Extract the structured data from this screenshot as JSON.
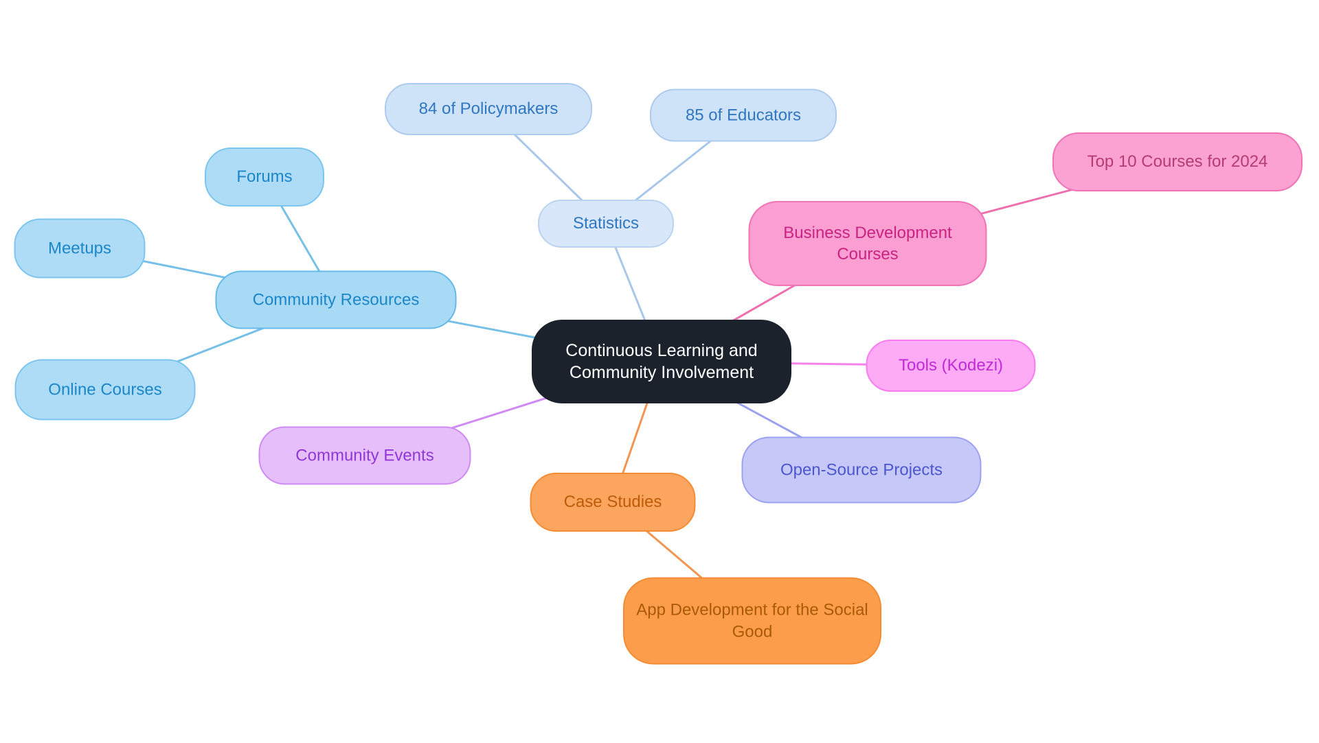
{
  "page": {
    "background": "#ffffff"
  },
  "mindmap": {
    "type": "mindmap",
    "root": {
      "label": "Continuous Learning and Community Involvement",
      "fill": "#1b222c",
      "border": "#1b222c",
      "text_color": "#ffffff",
      "children": [
        {
          "label": "Statistics",
          "fill": "#d8e7f9",
          "border": "#b9d3f0",
          "text_color": "#3077c2",
          "edge_color": "#a9c7e8",
          "children": [
            {
              "label": "84 of Policymakers",
              "fill": "#cfe3f8",
              "border": "#aecbee",
              "text_color": "#3077c2",
              "edge_color": "#a9c7e8"
            },
            {
              "label": "85 of Educators",
              "fill": "#cfe3f8",
              "border": "#aecbee",
              "text_color": "#3077c2",
              "edge_color": "#a9c7e8"
            }
          ]
        },
        {
          "label": "Business Development Courses",
          "fill": "#fb9ed1",
          "border": "#f272b6",
          "text_color": "#c92383",
          "edge_color": "#ef6eae",
          "children": [
            {
              "label": "Top 10 Courses for 2024",
              "fill": "#fba2d3",
              "border": "#f272b6",
              "text_color": "#b53c72",
              "edge_color": "#ef6eae"
            }
          ]
        },
        {
          "label": "Tools (Kodezi)",
          "fill": "#fcabf4",
          "border": "#f97ced",
          "text_color": "#c02ad6",
          "edge_color": "#f584ea",
          "children": []
        },
        {
          "label": "Open-Source Projects",
          "fill": "#c6c9f8",
          "border": "#9ba1f0",
          "text_color": "#4c56cf",
          "edge_color": "#9ba1f0",
          "children": []
        },
        {
          "label": "Case Studies",
          "fill": "#fba55e",
          "border": "#f58c33",
          "text_color": "#bc5c0a",
          "edge_color": "#f29553",
          "children": [
            {
              "label": "App Development for the Social Good",
              "fill": "#fb9d4b",
              "border": "#f58c33",
              "text_color": "#aa5a06",
              "edge_color": "#f29553"
            }
          ]
        },
        {
          "label": "Community Events",
          "fill": "#e6bef9",
          "border": "#cf8af3",
          "text_color": "#9137d8",
          "edge_color": "#cf8af3",
          "children": []
        },
        {
          "label": "Community Resources",
          "fill": "#a8daf5",
          "border": "#64bae9",
          "text_color": "#1b87c9",
          "edge_color": "#76c0e8",
          "children": [
            {
              "label": "Forums",
              "fill": "#aedcf6",
              "border": "#7cc5ee",
              "text_color": "#1b87c9",
              "edge_color": "#76c0e8"
            },
            {
              "label": "Meetups",
              "fill": "#aedcf6",
              "border": "#7cc5ee",
              "text_color": "#1b87c9",
              "edge_color": "#76c0e8"
            },
            {
              "label": "Online Courses",
              "fill": "#aedcf6",
              "border": "#7cc5ee",
              "text_color": "#1b87c9",
              "edge_color": "#76c0e8"
            }
          ]
        }
      ]
    }
  }
}
